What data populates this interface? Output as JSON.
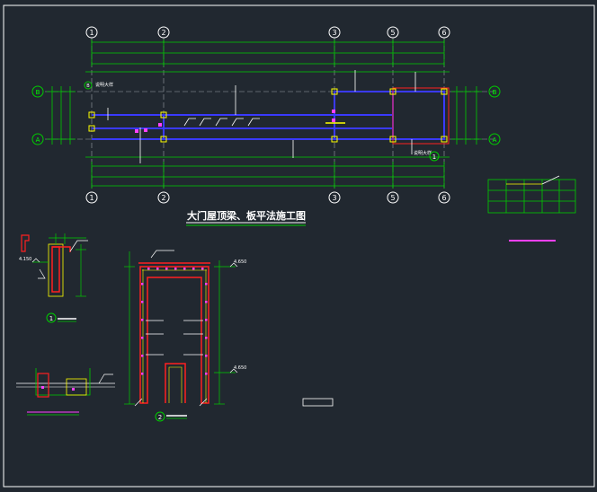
{
  "drawing": {
    "title": "大门屋顶梁、板平法施工图",
    "axis_cols": [
      "1",
      "2",
      "3",
      "5",
      "6"
    ],
    "axis_rows": [
      "B",
      "A"
    ],
    "callouts": [
      "1",
      "2"
    ],
    "labels": {
      "beam_note_left": "说明大样",
      "beam_note_right": "说明大样",
      "elev_a": "4.150",
      "elev_top": "4.650",
      "elev_bottom": "4.650"
    }
  },
  "colors": {
    "background": "#212830",
    "frame": "#ffffff",
    "grid_line": "#00cc00",
    "axis_bubble": "#ffffff",
    "beam": "#3a3aff",
    "column": "#ffff00",
    "rebar_red": "#ff2020",
    "accent_magenta": "#ff40ff",
    "title_color": "#ffffff"
  }
}
